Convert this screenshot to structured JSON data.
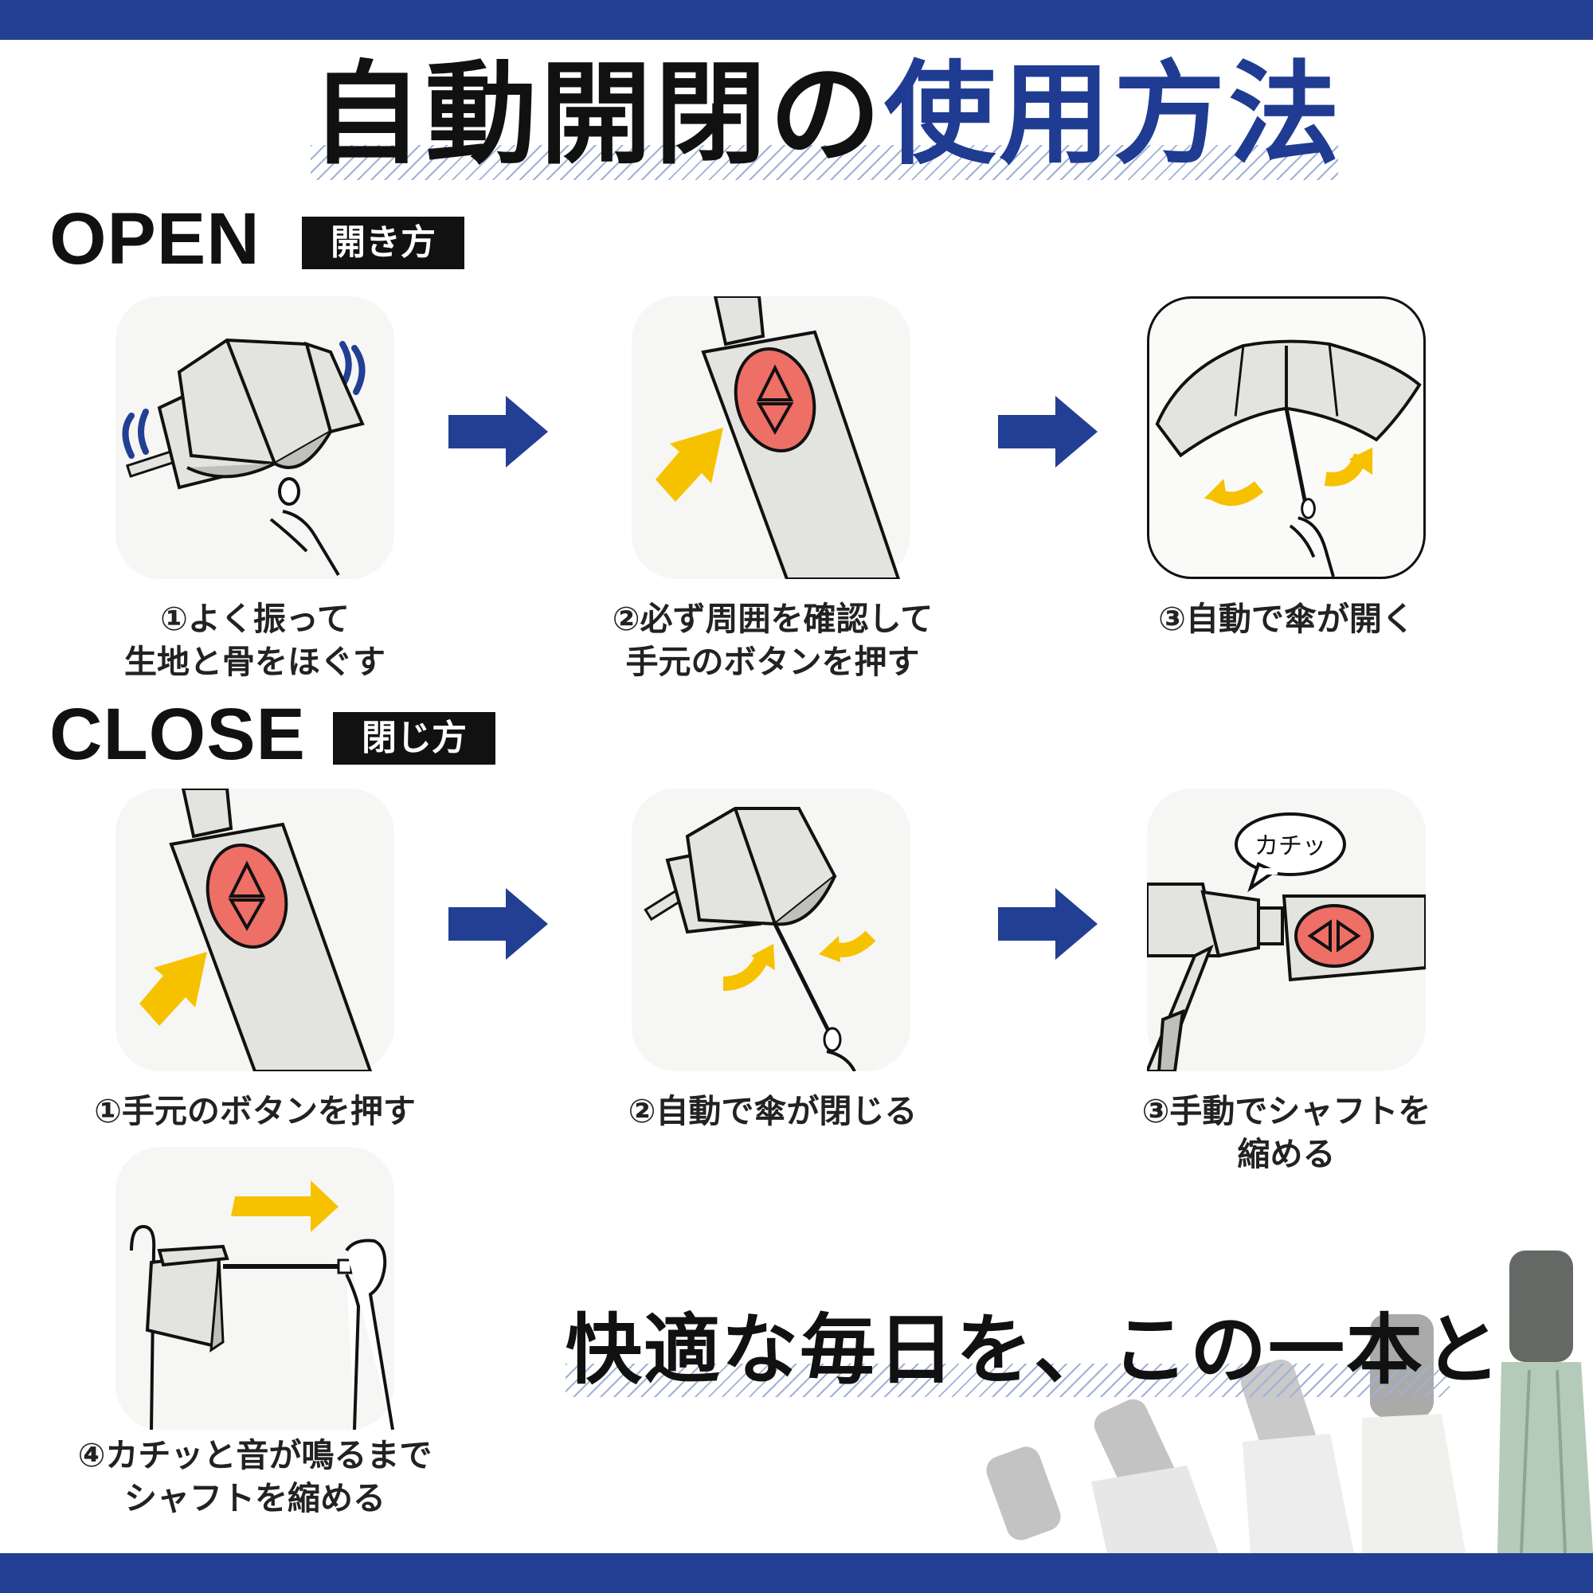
{
  "header": {
    "title_dark": "自動開閉の",
    "title_blue": "使用方法"
  },
  "open_section": {
    "label": "OPEN",
    "tag": "開き方",
    "steps": [
      {
        "line1": "①よく振って",
        "line2": "生地と骨をほぐす"
      },
      {
        "line1": "②必ず周囲を確認して",
        "line2": "手元のボタンを押す"
      },
      {
        "line1": "③自動で傘が開く",
        "line2": ""
      }
    ]
  },
  "close_section": {
    "label": "CLOSE",
    "tag": "閉じ方",
    "steps": [
      {
        "line1": "①手元のボタンを押す",
        "line2": ""
      },
      {
        "line1": "②自動で傘が閉じる",
        "line2": ""
      },
      {
        "line1": "③手動でシャフトを",
        "line2": "縮める"
      },
      {
        "line1": "④カチッと音が鳴るまで",
        "line2": "シャフトを縮める"
      }
    ],
    "speech_bubble": "カチッ"
  },
  "tagline": "快適な毎日を、この一本と",
  "colors": {
    "brand_blue": "#233f93",
    "title_blue": "#1f3c92",
    "arrow_yellow": "#f6c200",
    "button_red": "#ee6f66",
    "umbrella_gray": "#e3e4df"
  },
  "icons": [
    "arrow-right-icon",
    "hand-icon",
    "umbrella-button-icon"
  ]
}
